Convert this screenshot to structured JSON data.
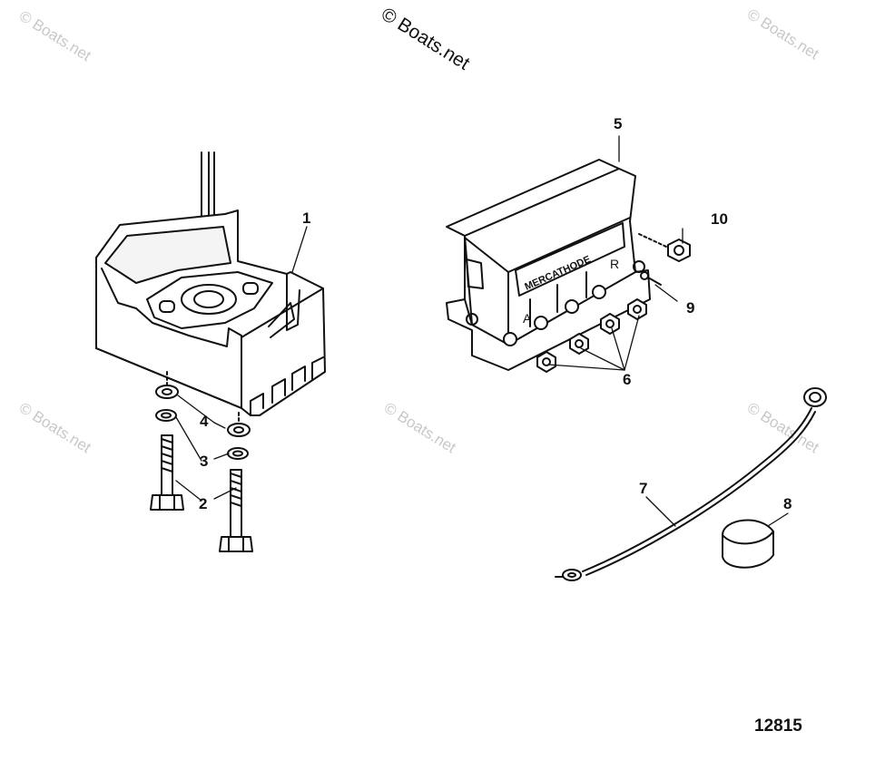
{
  "watermarks": {
    "main": "© Boats.net",
    "faint": "© Boats.net"
  },
  "callouts": [
    "1",
    "2",
    "3",
    "4",
    "5",
    "6",
    "7",
    "8",
    "9",
    "10"
  ],
  "figure_number": "12815",
  "anode_label": "MERCATHODE",
  "terminal_labels": {
    "a": "A",
    "r": "R"
  },
  "colors": {
    "ink": "#111111",
    "watermark": "#c8c8c8"
  }
}
